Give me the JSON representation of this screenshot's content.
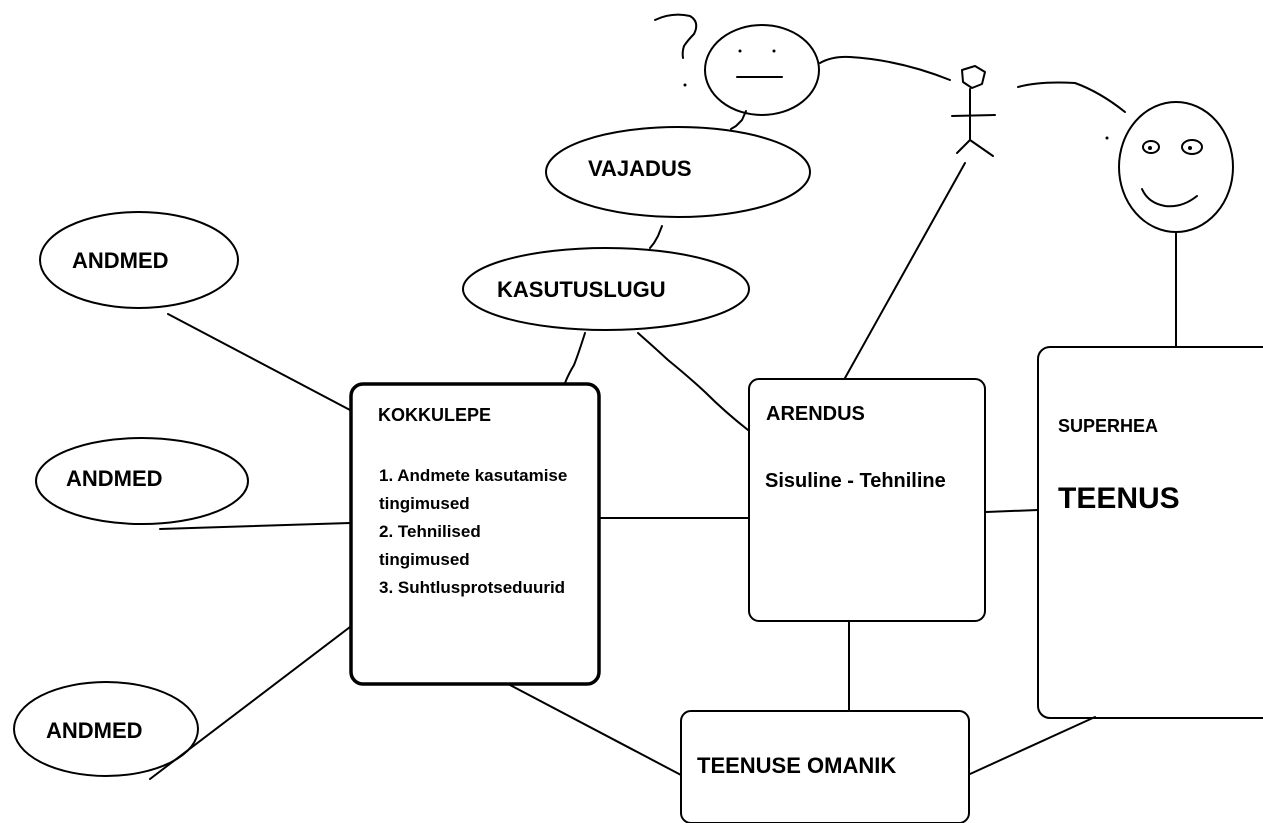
{
  "diagram": {
    "nodes": {
      "vajadus": "VAJADUS",
      "kasutuslugu": "KASUTUSLUGU",
      "andmed_1": "ANDMED",
      "andmed_2": "ANDMED",
      "andmed_3": "ANDMED",
      "kokkulepe": {
        "title": "KOKKULEPE",
        "items": [
          "1. Andmete kasutamise",
          "tingimused",
          "2. Tehnilised",
          "tingimused",
          "3. Suhtlusprotseduurid"
        ]
      },
      "arendus": {
        "title": "ARENDUS",
        "subtitle": "Sisuline - Tehniline"
      },
      "superhea": {
        "label": "SUPERHEA",
        "big": "TEENUS"
      },
      "teenuse_omanik": "TEENUSE OMANIK"
    },
    "figures": {
      "question_mark": "?"
    }
  }
}
